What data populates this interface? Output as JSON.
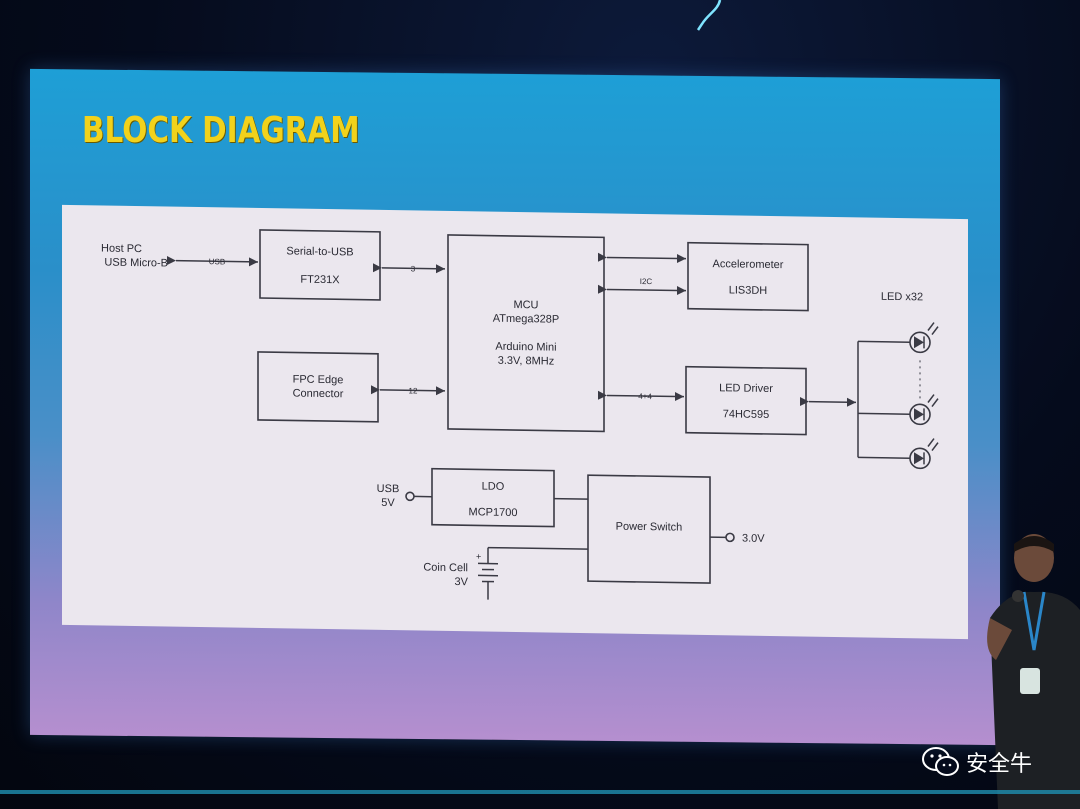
{
  "slide": {
    "title": "BLOCK DIAGRAM"
  },
  "diagram": {
    "host": {
      "line1": "Host PC",
      "line2": "USB Micro-B"
    },
    "usb_label": "USB",
    "serial": {
      "title": "Serial-to-USB",
      "part": "FT231X"
    },
    "serial_bus": "3",
    "fpc": {
      "line1": "FPC Edge",
      "line2": "Connector"
    },
    "fpc_bus": "12",
    "mcu": {
      "title": "MCU",
      "part": "ATmega328P",
      "line3": "Arduino Mini",
      "line4": "3.3V, 8MHz"
    },
    "i2c_label": "I2C",
    "accel": {
      "title": "Accelerometer",
      "part": "LIS3DH"
    },
    "led_bus": "4+4",
    "led_driver": {
      "title": "LED Driver",
      "part": "74HC595"
    },
    "led_array": "LED x32",
    "ldo": {
      "title": "LDO",
      "part": "MCP1700"
    },
    "usb_in": {
      "line1": "USB",
      "line2": "5V"
    },
    "coin": {
      "line1": "Coin Cell",
      "line2": "3V"
    },
    "power_switch": "Power Switch",
    "output": "3.0V"
  },
  "watermark": {
    "text": "安全牛",
    "icon": "wechat-icon"
  },
  "colors": {
    "title": "#f2d21b",
    "slide_top": "#1e9fd6",
    "slide_bottom": "#b58fcf",
    "panel": "#ebe7ee"
  }
}
